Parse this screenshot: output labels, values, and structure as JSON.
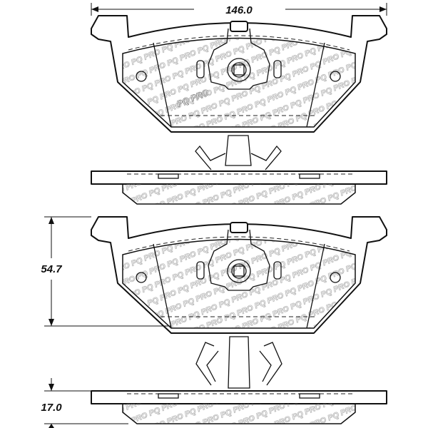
{
  "dimensions": {
    "width_label": "146.0",
    "height_label": "54.7",
    "thickness_label": "17.0"
  },
  "watermark": "PQ PRO",
  "colors": {
    "line": "#111111",
    "watermark": "#999999"
  }
}
